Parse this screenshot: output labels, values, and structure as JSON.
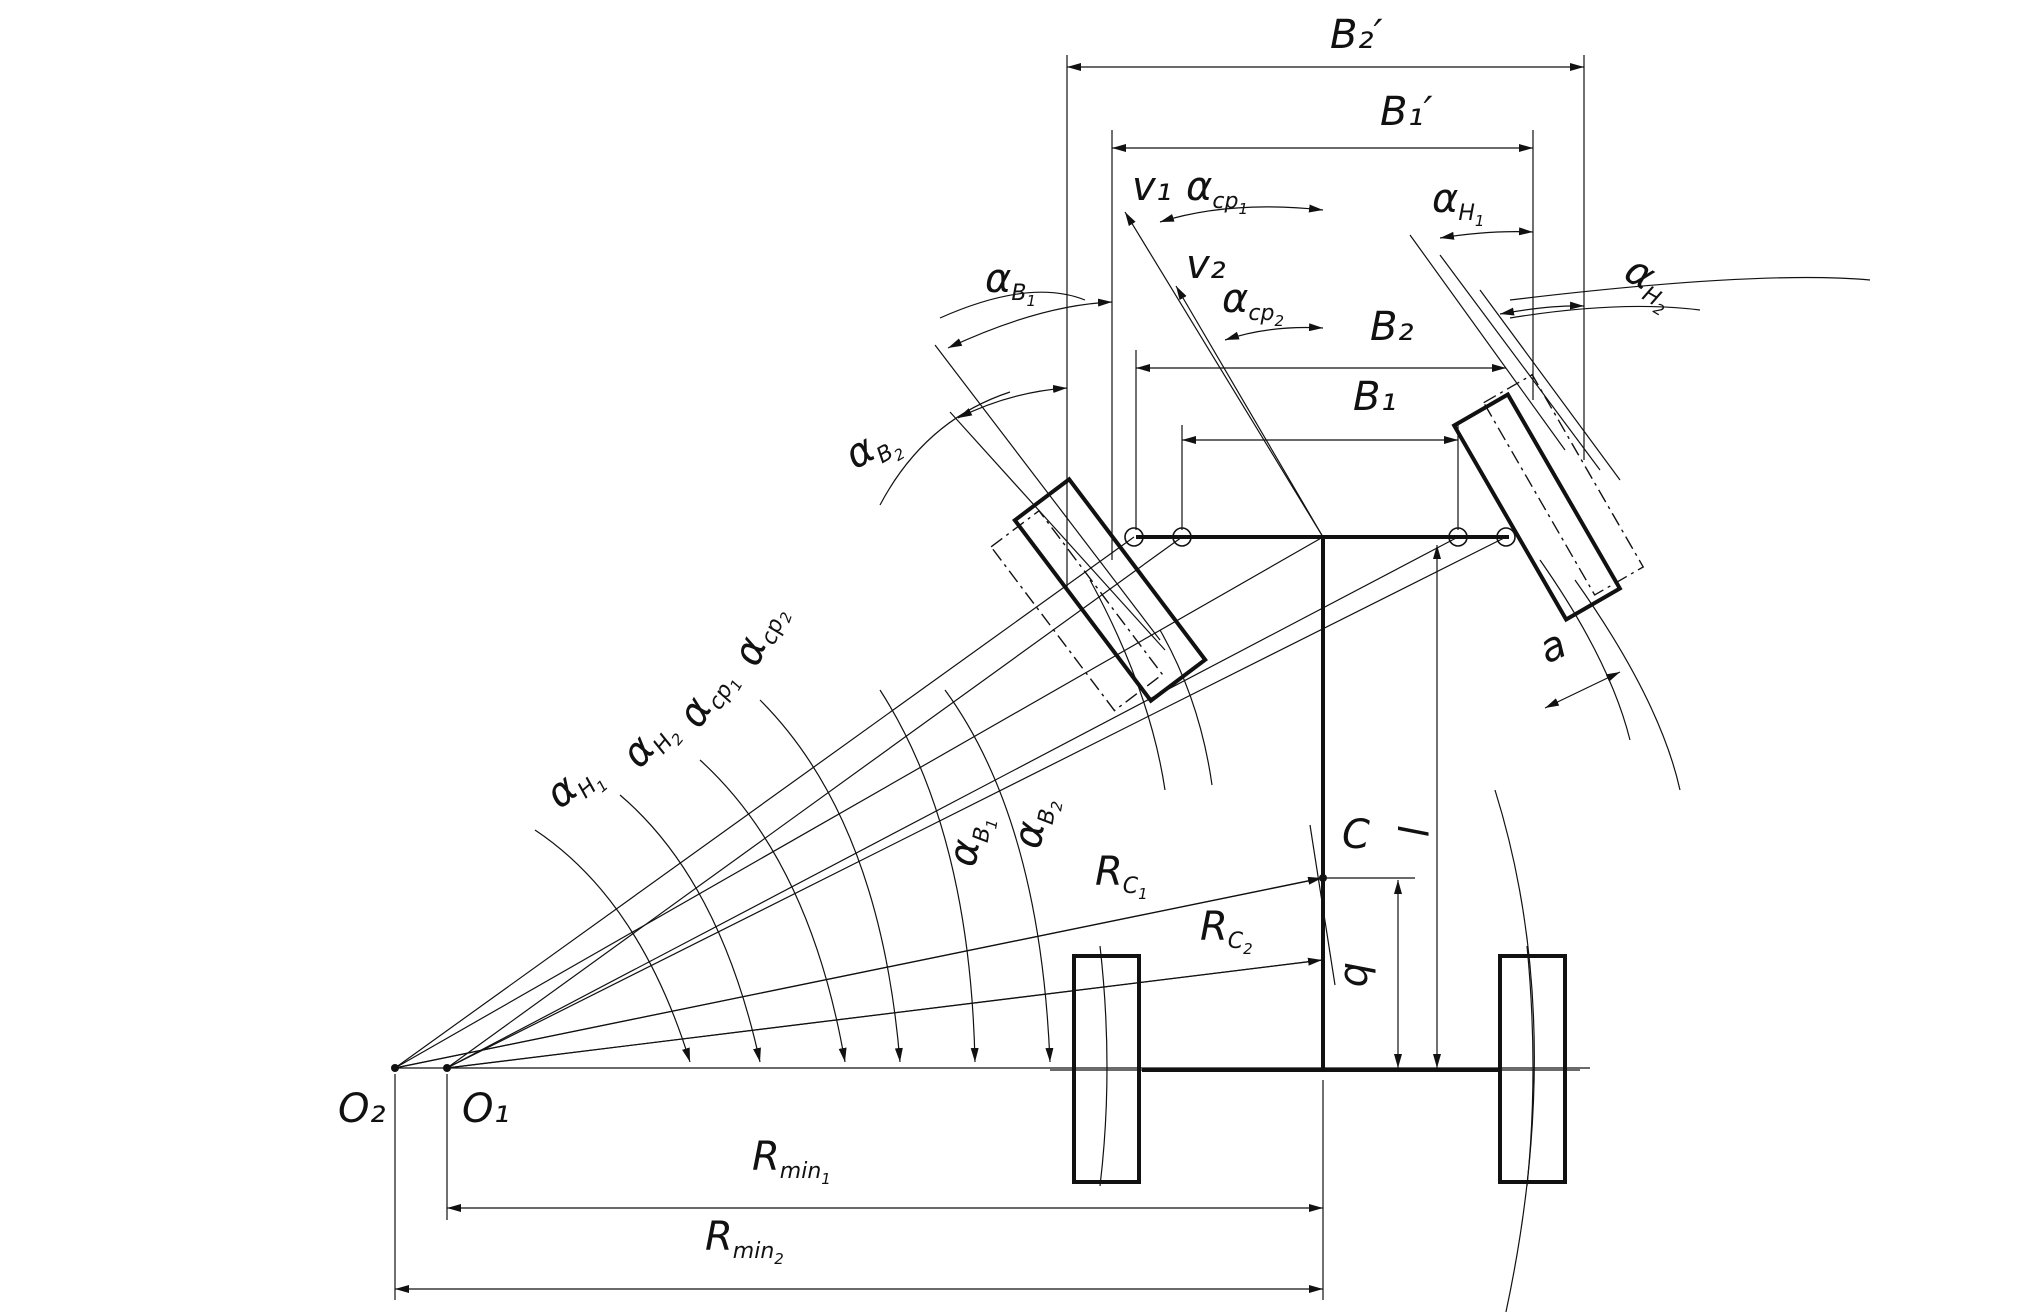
{
  "labels": {
    "B2p": "B₂′",
    "B1p": "B₁′",
    "B2": "B₂",
    "B1": "B₁",
    "v1": "v₁",
    "v2": "v₂",
    "a_cp1_top": "α",
    "a_cp2_top": "α",
    "a_H1_top": "α",
    "a_H2_top": "α",
    "a_B1_top": "α",
    "a_B2_top": "α",
    "a_H1_bot": "α",
    "a_H2_bot": "α",
    "a_cp1_bot": "α",
    "a_cp2_bot": "α",
    "a_B1_bot": "α",
    "a_B2_bot": "α",
    "R_C1": "R",
    "R_C2": "R",
    "C": "C",
    "l": "l",
    "b": "b",
    "a": "a",
    "O1": "O₁",
    "O2": "O₂",
    "Rmin1": "R",
    "Rmin2": "R"
  },
  "subs": {
    "cp1": "cp",
    "cp2": "cp",
    "H1": "H",
    "H2": "H",
    "B1": "B",
    "B2": "B",
    "C1": "C",
    "C2": "C",
    "min1": "min",
    "min2": "min",
    "i1": "1",
    "i2": "2"
  }
}
